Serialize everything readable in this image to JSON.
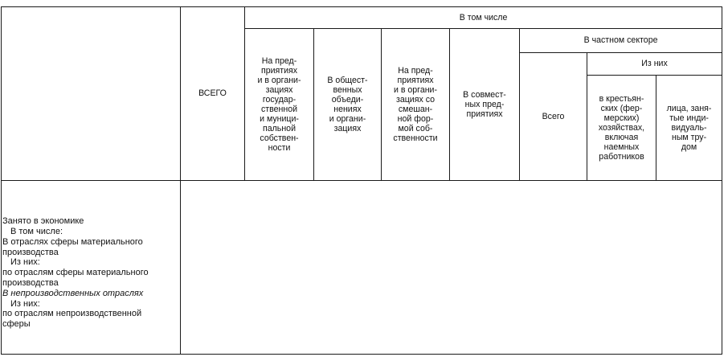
{
  "header": {
    "total": "ВСЕГО",
    "including": "В том числе",
    "state_municipal": "На пред-\nприятиях\nи в органи-\nзациях\nгосудар-\nственной\nи муници-\nпальной\nсобствен-\nности",
    "public_orgs": "В общест-\nвенных\nобъеди-\nнениях\nи органи-\nзациях",
    "mixed_ownership": "На пред-\nприятиях\nи в органи-\nзациях со\nсмешан-\nной фор-\nмой соб-\nственности",
    "joint_ventures": "В совмест-\nных пред-\nприятиях",
    "private_sector": "В частном секторе",
    "private_total": "Всего",
    "of_them": "Из них",
    "farm_households": "в крестьян-\nских (фер-\nмерских)\nхозяйствах,\nвключая\nнаемных\nработников",
    "individual_labor": "лица, заня-\nтые инди-\nвидуаль-\nным тру-\nдом"
  },
  "rows": [
    {
      "text": "Занято в экономике",
      "style": "plain"
    },
    {
      "text": "В том числе:",
      "style": "indent"
    },
    {
      "text": "В отраслях сферы материального",
      "style": "plain"
    },
    {
      "text": "производства",
      "style": "plain"
    },
    {
      "text": "Из них:",
      "style": "indent"
    },
    {
      "text": "по отраслям сферы материального",
      "style": "plain"
    },
    {
      "text": "производства",
      "style": "plain"
    },
    {
      "text": "В непроизводственных отраслях",
      "style": "italic"
    },
    {
      "text": "Из них:",
      "style": "indent"
    },
    {
      "text": "по отраслям непроизводственной",
      "style": "plain"
    },
    {
      "text": "сферы",
      "style": "plain"
    }
  ]
}
